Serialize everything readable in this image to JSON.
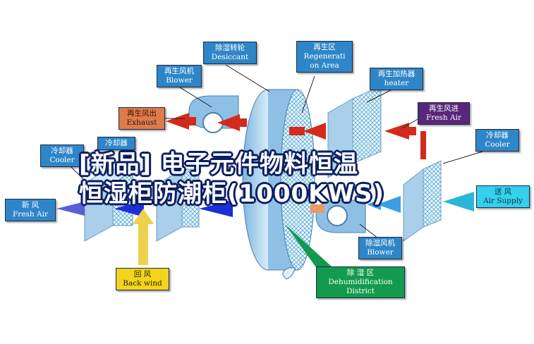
{
  "labels": {
    "desiccant": {
      "cn": "除湿转轮",
      "en": "Desiccant"
    },
    "regeneration_area": {
      "cn": "再生区",
      "en": "Regenerati",
      "en2": "on Area"
    },
    "regen_blower": {
      "cn": "再生风机",
      "en": "Blower"
    },
    "regen_heater": {
      "cn": "再生加热器",
      "en": "heater"
    },
    "regen_exhaust": {
      "cn": "再生风出",
      "en": "Exhaust"
    },
    "regen_fresh_air": {
      "cn": "再生风进",
      "en": "Fresh Air"
    },
    "cooler_left": {
      "cn": "冷却器",
      "en": "Cooler"
    },
    "cooler_left2": {
      "cn": "冷却器"
    },
    "cooler_right": {
      "cn": "冷却器",
      "en": "Cooler"
    },
    "fresh_air": {
      "cn": "新  风",
      "en": "Fresh Air"
    },
    "air_supply": {
      "cn": "送  风",
      "en": "Air Supply"
    },
    "back_wind": {
      "cn": "回  风",
      "en": "Back wind"
    },
    "dehum_blower": {
      "cn": "除湿风机",
      "en": "Blower"
    },
    "dehum_district": {
      "cn": "除  湿  区",
      "en": "Dehumidification",
      "en2": "District"
    }
  },
  "overlay": {
    "line1": "[新品] 电子元件物料恒温",
    "line2": "恒湿柜防潮柜(1000KWS)"
  },
  "colors": {
    "blue_label": "#2e86c8",
    "exhaust_label": "#e07a4a",
    "regen_fresh_label": "#58267a",
    "supply_label": "#34d0ee",
    "back_wind_label": "#f2d41c",
    "district_label": "#139a4e",
    "red_arrow": "#d42a1c",
    "blue_arrow": "#1c2fd8",
    "yellow_arrow": "#ecd24a"
  }
}
